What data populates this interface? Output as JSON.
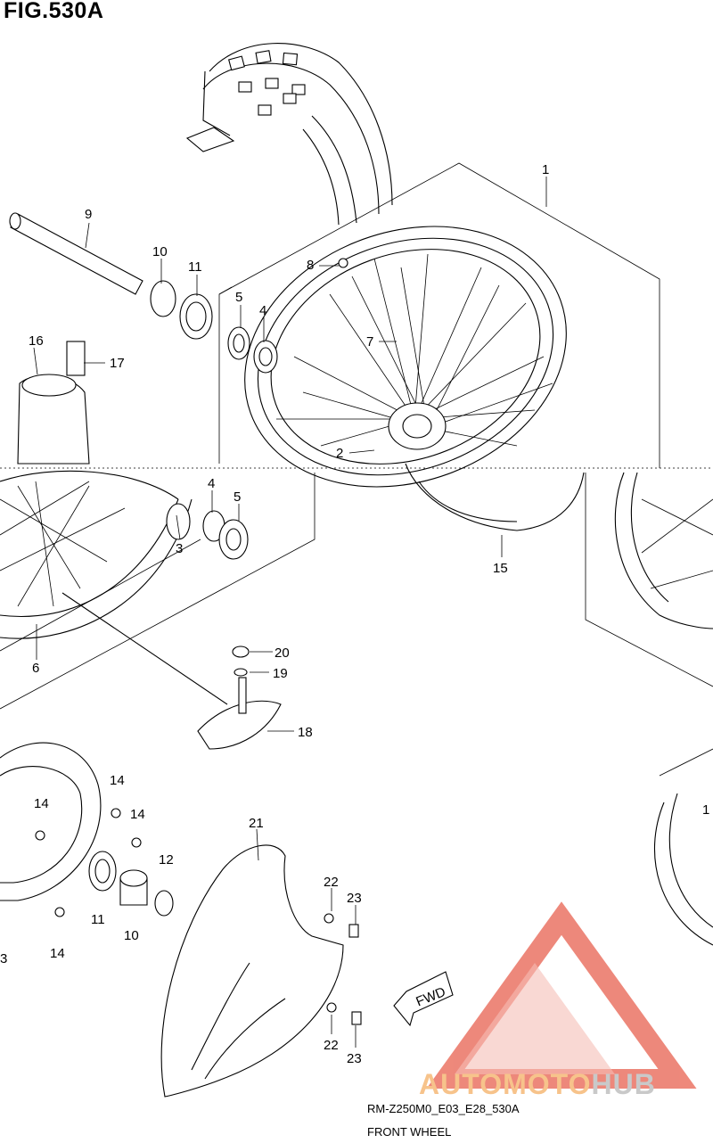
{
  "header": {
    "title": "FIG.530A"
  },
  "callouts": {
    "c1": "1",
    "c2": "2",
    "c3a": "3",
    "c3b": "3",
    "c4a": "4",
    "c4b": "4",
    "c5a": "5",
    "c5b": "5",
    "c6": "6",
    "c7": "7",
    "c8": "8",
    "c9": "9",
    "c10a": "10",
    "c10b": "10",
    "c11a": "11",
    "c11b": "11",
    "c12": "12",
    "c14a": "14",
    "c14b": "14",
    "c14c": "14",
    "c14d": "14",
    "c15": "15",
    "c16": "16",
    "c17": "17",
    "c18": "18",
    "c19": "19",
    "c20": "20",
    "c21": "21",
    "c22a": "22",
    "c22b": "22",
    "c23a": "23",
    "c23b": "23",
    "c1r": "1"
  },
  "fwd_label": "FWD",
  "footer": {
    "code": "RM-Z250M0_E03_E28_530A",
    "caption": "FRONT WHEEL"
  },
  "watermark": {
    "part1": "AUTOMOTO",
    "part2": "HUB"
  },
  "colors": {
    "watermark_red": "#e8614f",
    "watermark_orange": "#f7c38b",
    "watermark_grey": "#c9c9c9"
  }
}
